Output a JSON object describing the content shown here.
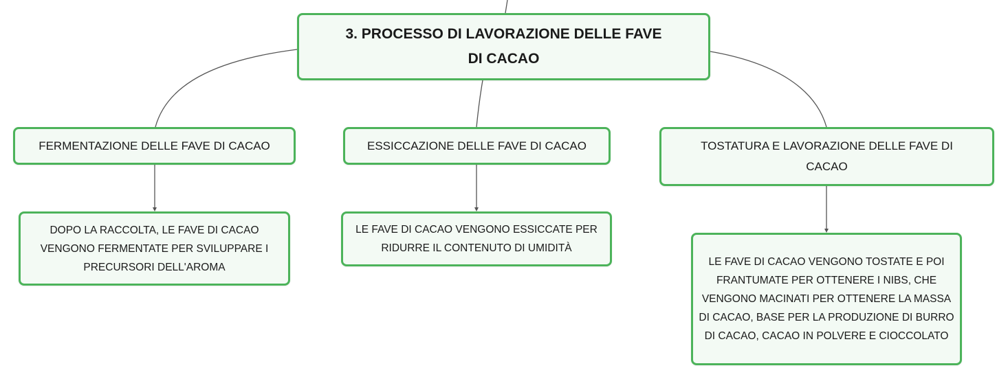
{
  "root": {
    "label": "3. PROCESSO DI LAVORAZIONE DELLE FAVE DI CACAO"
  },
  "branches": [
    {
      "label": "FERMENTAZIONE DELLE FAVE DI CACAO",
      "detail": "DOPO LA RACCOLTA, LE FAVE DI CACAO VENGONO FERMENTATE PER SVILUPPARE I PRECURSORI DELL'AROMA"
    },
    {
      "label": "ESSICCAZIONE DELLE FAVE DI CACAO",
      "detail": "LE FAVE DI CACAO VENGONO ESSICCATE PER RIDURRE IL CONTENUTO DI UMIDITÀ"
    },
    {
      "label": "TOSTATURA E LAVORAZIONE DELLE FAVE DI CACAO",
      "detail": "LE FAVE DI CACAO VENGONO TOSTATE E POI FRANTUMATE PER OTTENERE I NIBS, CHE VENGONO MACINATI PER OTTENERE LA MASSA DI CACAO, BASE PER LA PRODUZIONE DI BURRO DI CACAO, CACAO IN POLVERE E CIOCCOLATO"
    }
  ],
  "colors": {
    "node_border": "#4cb35a",
    "node_fill": "#f3faf4",
    "edge": "#555555"
  }
}
